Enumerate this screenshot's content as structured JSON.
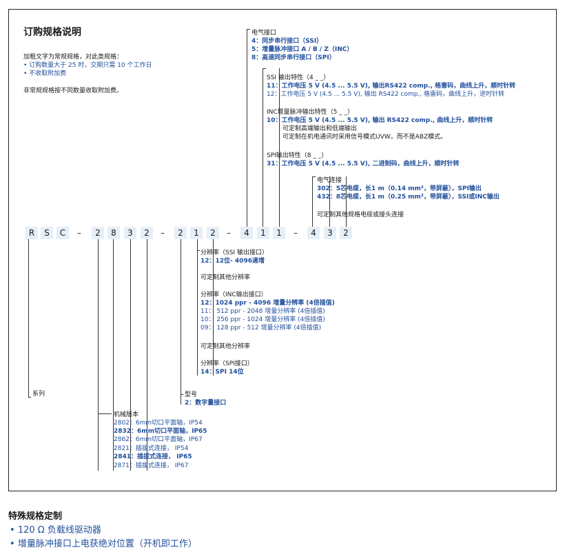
{
  "header": {
    "title": "订购规格说明",
    "note_intro": "加粗文字为常规规格，对此类规格：",
    "note_bullets": [
      "订购数量大于 25 时，交期只需 10 个工作日",
      "不收取附加费"
    ],
    "note_extra": "非常规规格按不同数量收取附加费。"
  },
  "code": {
    "chars": [
      "R",
      "S",
      "C",
      "–",
      "2",
      "8",
      "3",
      "2",
      "–",
      "2",
      "1",
      "2",
      "–",
      "4",
      "1",
      "1",
      "–",
      "4",
      "3",
      "2"
    ]
  },
  "electrical_interface": {
    "heading": "电气接口",
    "items": [
      "4：同步串行接口（SSI）",
      "5：增量脉冲接口 A / B / Z（INC）",
      "8：高速同步串行接口（SPI）"
    ]
  },
  "ssi": {
    "heading": "SSI 输出特性（4 _ _）",
    "items": [
      "11：工作电压 5 V (4.5 ... 5.5 V), 输出RS422 comp., 格雷码，曲线上升，顺时针转",
      "12：工作电压 5 V (4.5 ... 5.5 V), 输出 RS422 comp., 格雷码，曲线上升，逆时针转"
    ]
  },
  "inc": {
    "heading": "INC增量脉冲输出特性（5 _ _）",
    "item": "10：工作电压 5 V (4.5 ... 5.5 V), 输出 RS422 comp., 曲线上升，顺时针转",
    "notes": [
      "可定制高端输出和低端输出",
      "可定制在机电通讯时采用信号模式UVW，而不是ABZ模式。"
    ]
  },
  "spi": {
    "heading": "SPI输出特性（8 _ _）",
    "item": "31：工作电压 5 V (4.5 ... 5.5 V), 二进制码，曲线上升，顺时针转"
  },
  "connection": {
    "heading": "电气连接",
    "items": [
      "302：5芯电缆，长1 m（0.14 mm²，带屏蔽），SPI输出",
      "432：8芯电缆，长1 m（0.25 mm²，带屏蔽），SSI或INC输出"
    ],
    "note": "可定制其他规格电缆或接头连接"
  },
  "resolution": {
    "ssi_heading": "分辨率（SSI 输出接口）",
    "ssi_item": "12：12位- 4096递增",
    "custom1": "可定制其他分辨率",
    "inc_heading": "分辨率（INC输出接口）",
    "inc_items": [
      "12：1024 ppr - 4096 增量分辨率 (4倍插值)",
      "11：  512 ppr - 2048 增量分辨率 (4倍插值)",
      "10：  256 ppr - 1024 增量分辨率 (4倍插值)",
      "09：  128 ppr -   512 增量分辨率 (4倍插值)"
    ],
    "custom2": "可定制其他分辨率",
    "spi_heading": "分辨率（SPI接口）",
    "spi_item": "14：SPI 14位"
  },
  "model": {
    "heading": "型号",
    "item": "2：数字量接口"
  },
  "series": {
    "label": "系列"
  },
  "mechanical": {
    "heading": "机械版本",
    "items": [
      "2802：6mm切口平面轴，IP54",
      "2832：6mm切口平面轴，IP65",
      "2862：6mm切口平面轴，IP67",
      "2821：插拔式连接，  IP54",
      "2841：插拔式连接，  IP65",
      "2871：插拔式连接，  IP67"
    ]
  },
  "special": {
    "title": "特殊规格定制",
    "items": [
      "120 Ω 负载线驱动器",
      "增量脉冲接口上电获绝对位置（开机即工作）"
    ]
  }
}
